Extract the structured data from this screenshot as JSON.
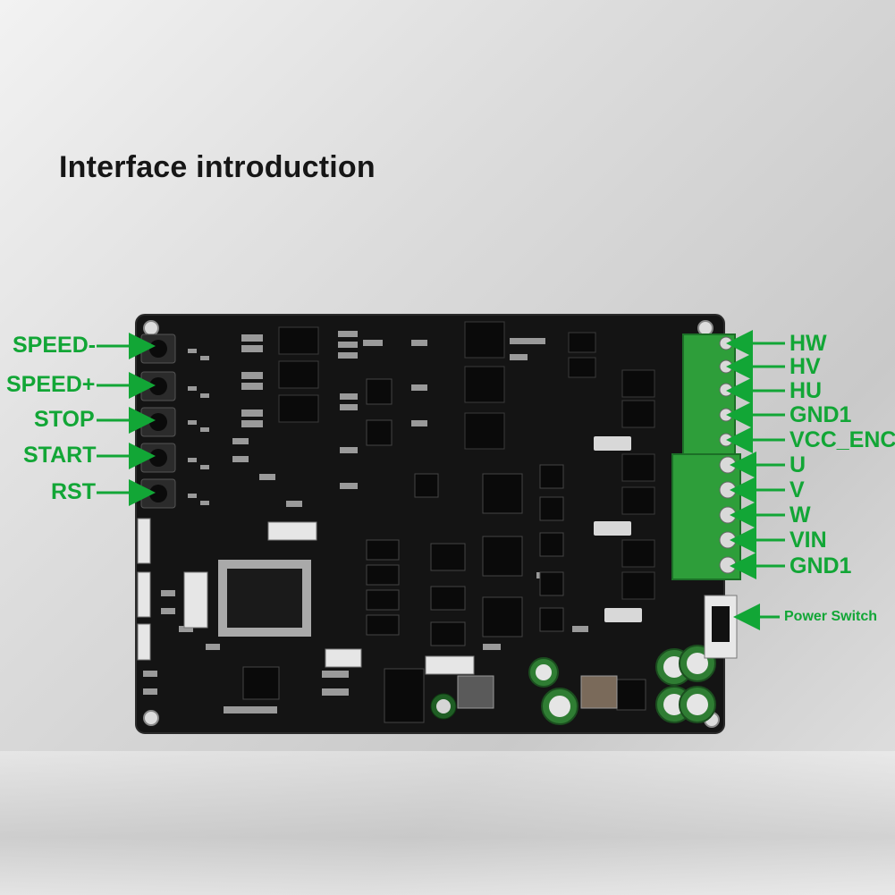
{
  "title": "Interface introduction",
  "left_labels": {
    "speed_minus": "SPEED-",
    "speed_plus": "SPEED+",
    "stop": "STOP",
    "start": "START",
    "rst": "RST"
  },
  "right_labels": {
    "hw": "HW",
    "hv": "HV",
    "hu": "HU",
    "gnd1_top": "GND1",
    "vcc_enc": "VCC_ENC",
    "u": "U",
    "v": "V",
    "w": "W",
    "vin": "VIN",
    "gnd1_bottom": "GND1"
  },
  "power_switch": "Power Switch",
  "colors": {
    "label_green": "#12a636",
    "board": "#141414",
    "terminal_green": "#2e9e3a"
  }
}
